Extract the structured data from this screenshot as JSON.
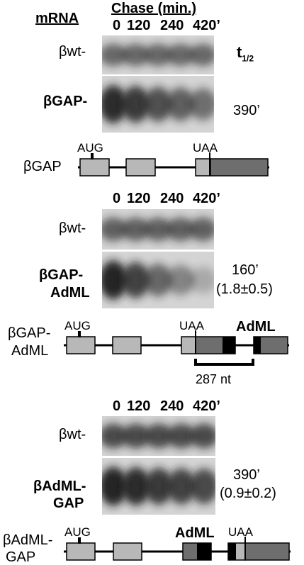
{
  "header": {
    "mrna_label": "mRNA",
    "chase_label": "Chase (min.)",
    "timepoints": [
      "0",
      "120",
      "240",
      "420’"
    ]
  },
  "half_life_header": {
    "t": "t",
    "sub": "1/2"
  },
  "panel1": {
    "ref_label": "βwt-",
    "sample_label": "βGAP-",
    "half_life": "390’",
    "diagram_name": "βGAP",
    "aug": "AUG",
    "uaa": "UAA"
  },
  "panel2": {
    "timepoints": [
      "0",
      "120",
      "240",
      "420’"
    ],
    "ref_label": "βwt-",
    "sample_label_1": "βGAP-",
    "sample_label_2": "AdML",
    "half_life": "160’",
    "ratio": "(1.8±0.5)",
    "diagram_name_1": "βGAP-",
    "diagram_name_2": "AdML",
    "aug": "AUG",
    "uaa": "UAA",
    "element": "AdML",
    "distance": "287 nt"
  },
  "panel3": {
    "timepoints": [
      "0",
      "120",
      "240",
      "420’"
    ],
    "ref_label": "βwt-",
    "sample_label_1": "βAdML-",
    "sample_label_2": "GAP",
    "half_life": "390’",
    "ratio": "(0.9±0.2)",
    "diagram_name_1": "βAdML-",
    "diagram_name_2": "GAP",
    "aug": "AUG",
    "element": "AdML",
    "uaa": "UAA"
  },
  "blots": {
    "p1_ref": {
      "intensity": [
        0.55,
        0.55,
        0.55,
        0.55,
        0.55
      ]
    },
    "p1_sample": {
      "intensity": [
        0.95,
        0.85,
        0.7,
        0.6,
        0.5
      ]
    },
    "p2_ref": {
      "intensity": [
        0.6,
        0.6,
        0.6,
        0.6,
        0.6
      ]
    },
    "p2_sample": {
      "intensity": [
        1.0,
        0.8,
        0.55,
        0.35,
        0.1
      ]
    },
    "p3_ref": {
      "intensity": [
        0.75,
        0.75,
        0.75,
        0.75,
        0.75
      ]
    },
    "p3_sample": {
      "intensity": [
        1.0,
        0.95,
        0.85,
        0.8,
        0.75
      ]
    }
  },
  "colors": {
    "exon": "#b8b8b8",
    "utr": "#6e6e6e",
    "element_block": "#000000",
    "band": "#1a1a1a",
    "membrane": "#d4d4d4"
  }
}
